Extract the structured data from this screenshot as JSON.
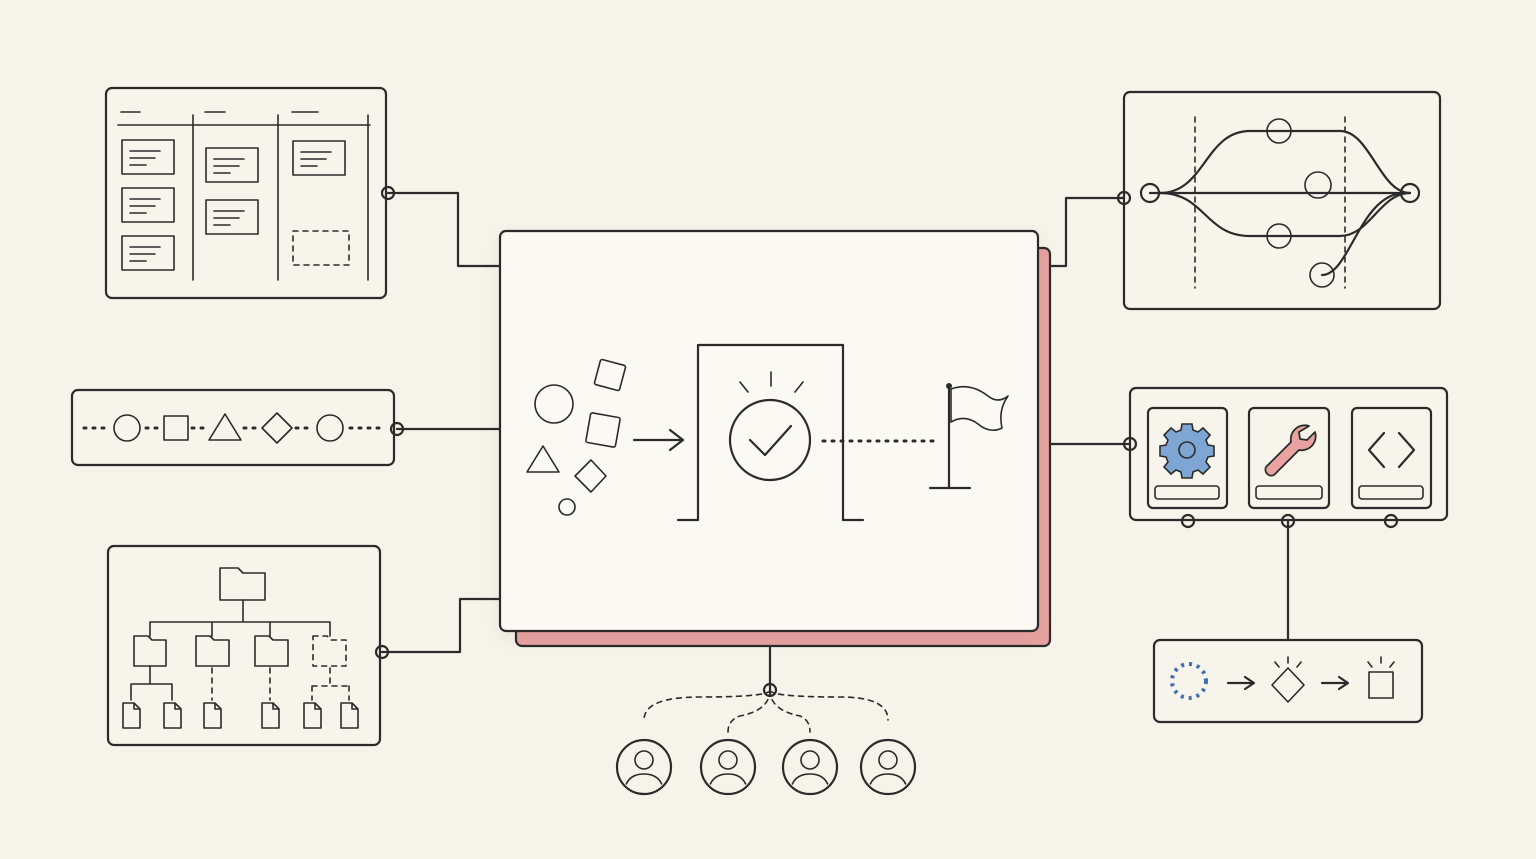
{
  "colors": {
    "background": "#f6f3ea",
    "panel": "#f7f4ec",
    "ink": "#2b2b2b",
    "red": "#e8a3a0",
    "blue": "#7ea6d4",
    "green": "#8db594",
    "yellow": "#f2d27a"
  },
  "icons": [
    "kanban-board-icon",
    "shape-sequence-icon",
    "folder-tree-icon",
    "quality-gate-icon",
    "goal-flag-icon",
    "branch-merge-icon",
    "gear-icon",
    "wrench-icon",
    "code-brackets-icon",
    "transformation-pipeline-icon",
    "user-avatar-icon"
  ],
  "kanban": {
    "columns": [
      {
        "cards": [
          "red",
          "red",
          "red"
        ]
      },
      {
        "cards": [
          "blue",
          "blue"
        ]
      },
      {
        "cards": [
          "green",
          "empty-dashed"
        ]
      }
    ]
  },
  "sequence": {
    "shapes": [
      "circle-blue",
      "square-red",
      "triangle-green",
      "diamond-yellow",
      "circle-blue"
    ]
  },
  "branches": {
    "nodes": [
      "red",
      "blue",
      "green",
      "yellow"
    ]
  },
  "tools": {
    "items": [
      "gear-icon",
      "wrench-icon",
      "code-brackets-icon"
    ]
  },
  "pipeline": {
    "steps": [
      "dotted-circle-blue",
      "diamond-red",
      "square-green"
    ]
  },
  "users": {
    "avatars": [
      "blue",
      "red",
      "green",
      "yellow"
    ]
  }
}
